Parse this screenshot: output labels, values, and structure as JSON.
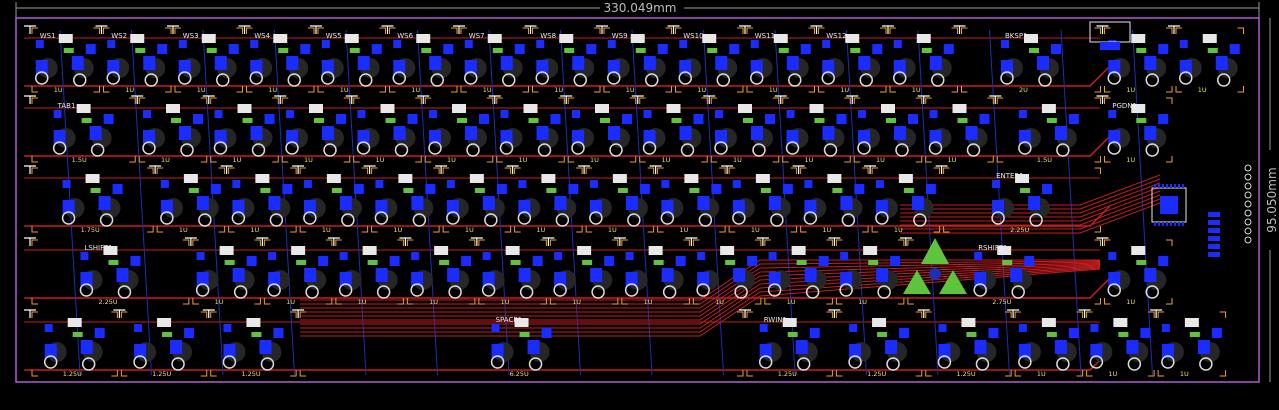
{
  "board": {
    "width_label": "330.049mm",
    "height_label": "95.050mm"
  },
  "colors": {
    "background": "#000000",
    "outline": "#b05bd6",
    "top_copper": "#c81e1e",
    "bottom_copper": "#1e2fb0",
    "pad": "#1a2cff",
    "silkscreen": "#ffffff",
    "keepout": "#f0a020",
    "logo": "#5ec43c"
  },
  "rows": [
    {
      "keys": [
        {
          "ref": "WS1",
          "size": "1U"
        },
        {
          "ref": "WS2",
          "size": "1U"
        },
        {
          "ref": "WS3",
          "size": "1U"
        },
        {
          "ref": "WS4",
          "size": "1U"
        },
        {
          "ref": "WS5",
          "size": "1U"
        },
        {
          "ref": "WS6",
          "size": "1U"
        },
        {
          "ref": "WS7",
          "size": "1U"
        },
        {
          "ref": "WS8",
          "size": "1U"
        },
        {
          "ref": "WS9",
          "size": "1U"
        },
        {
          "ref": "WS10",
          "size": "1U"
        },
        {
          "ref": "WS11",
          "size": "1U"
        },
        {
          "ref": "WS12",
          "size": "1U"
        },
        {
          "ref": "",
          "size": "1U"
        },
        {
          "ref": "BKSP1",
          "size": "2U"
        },
        {
          "ref": "",
          "size": "1U"
        },
        {
          "ref": "",
          "size": "1U"
        }
      ]
    },
    {
      "keys": [
        {
          "ref": "TAB1",
          "size": "1.5U"
        },
        {
          "ref": "",
          "size": "1U"
        },
        {
          "ref": "",
          "size": "1U"
        },
        {
          "ref": "",
          "size": "1U"
        },
        {
          "ref": "",
          "size": "1U"
        },
        {
          "ref": "",
          "size": "1U"
        },
        {
          "ref": "",
          "size": "1U"
        },
        {
          "ref": "",
          "size": "1U"
        },
        {
          "ref": "",
          "size": "1U"
        },
        {
          "ref": "",
          "size": "1U"
        },
        {
          "ref": "",
          "size": "1U"
        },
        {
          "ref": "",
          "size": "1U"
        },
        {
          "ref": "",
          "size": "1U"
        },
        {
          "ref": "",
          "size": "1.5U"
        },
        {
          "ref": "PGDN1",
          "size": "1U"
        }
      ]
    },
    {
      "keys": [
        {
          "ref": "",
          "size": "1.75U"
        },
        {
          "ref": "",
          "size": "1U"
        },
        {
          "ref": "",
          "size": "1U"
        },
        {
          "ref": "",
          "size": "1U"
        },
        {
          "ref": "",
          "size": "1U"
        },
        {
          "ref": "",
          "size": "1U"
        },
        {
          "ref": "",
          "size": "1U"
        },
        {
          "ref": "",
          "size": "1U"
        },
        {
          "ref": "",
          "size": "1U"
        },
        {
          "ref": "",
          "size": "1U"
        },
        {
          "ref": "",
          "size": "1U"
        },
        {
          "ref": "",
          "size": "1U"
        },
        {
          "ref": "ENTER1",
          "size": "2.25U"
        }
      ]
    },
    {
      "keys": [
        {
          "ref": "LSHIFT1",
          "size": "2.25U"
        },
        {
          "ref": "",
          "size": "1U"
        },
        {
          "ref": "",
          "size": "1U"
        },
        {
          "ref": "",
          "size": "1U"
        },
        {
          "ref": "",
          "size": "1U"
        },
        {
          "ref": "",
          "size": "1U"
        },
        {
          "ref": "",
          "size": "1U"
        },
        {
          "ref": "",
          "size": "1U"
        },
        {
          "ref": "",
          "size": "1U"
        },
        {
          "ref": "",
          "size": "1U"
        },
        {
          "ref": "",
          "size": "1U"
        },
        {
          "ref": "RSHIFT1",
          "size": "2.75U"
        },
        {
          "ref": "",
          "size": "1U"
        }
      ]
    },
    {
      "keys": [
        {
          "ref": "",
          "size": "1.25U"
        },
        {
          "ref": "",
          "size": "1.25U"
        },
        {
          "ref": "",
          "size": "1.25U"
        },
        {
          "ref": "SPACE1",
          "size": "6.25U"
        },
        {
          "ref": "RWIN1",
          "size": "1.25U"
        },
        {
          "ref": "",
          "size": "1.25U"
        },
        {
          "ref": "",
          "size": "1.25U"
        },
        {
          "ref": "",
          "size": "1U"
        },
        {
          "ref": "",
          "size": "1U"
        },
        {
          "ref": "",
          "size": "1U"
        }
      ]
    }
  ]
}
